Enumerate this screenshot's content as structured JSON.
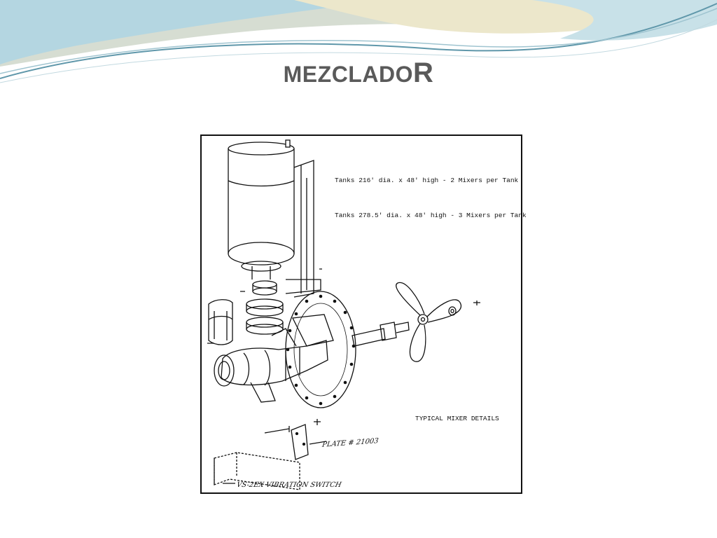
{
  "slide": {
    "title_main": "MEZCLADO",
    "title_last": "R",
    "colors": {
      "title": "#5a5a5a",
      "wave_blue": "#a9cfdc",
      "wave_teal": "#7fb2c2",
      "wave_gray": "#c9d3c6",
      "wave_sand": "#e8e3c4",
      "frame": "#111111"
    }
  },
  "figure": {
    "notes": [
      "Tanks 216' dia. x 48' high - 2 Mixers per Tank",
      "Tanks 278.5' dia. x 48' high - 3 Mixers per Tank",
      "TYPICAL MIXER DETAILS"
    ],
    "handwritten": [
      "PLATE # 21003",
      "VS-2EX VIBRATION SWITCH"
    ],
    "icons": [
      "motor-icon",
      "gearbox-icon",
      "flange-plate-icon",
      "propeller-icon",
      "shaft-icon",
      "coupling-icon",
      "bolt-icon"
    ]
  }
}
